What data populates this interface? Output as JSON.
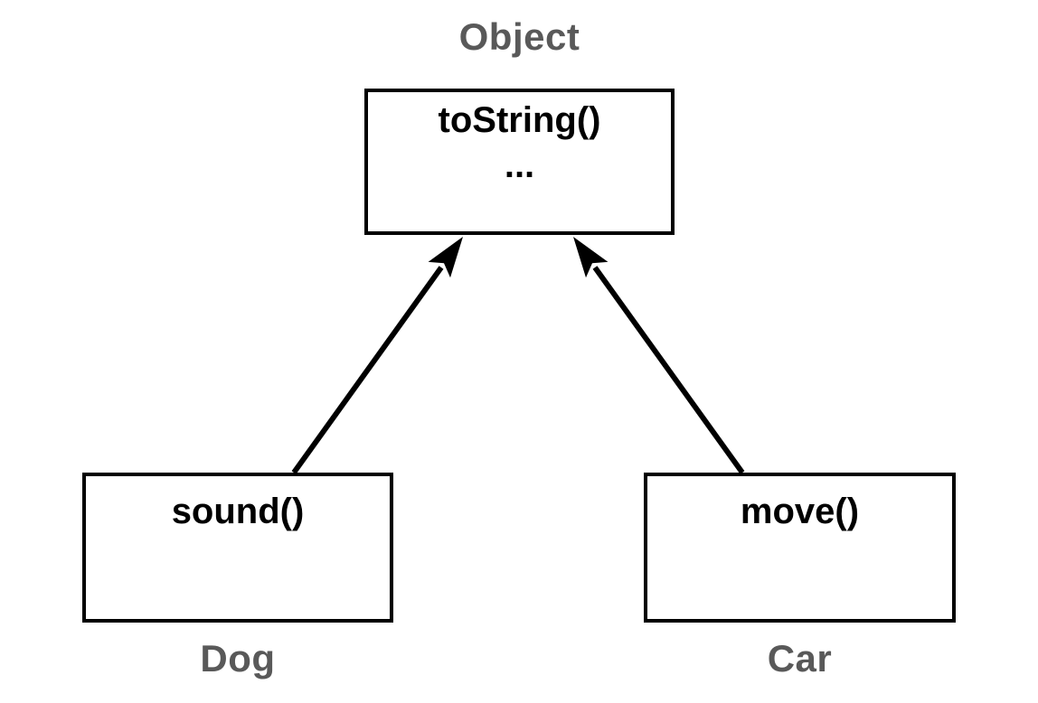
{
  "colors": {
    "background": "#ffffff",
    "box_border": "#000000",
    "method_text": "#000000",
    "class_label_gray": "#595959",
    "arrow": "#000000"
  },
  "diagram": {
    "type": "class-inheritance",
    "parent": {
      "name": "Object",
      "methods": {
        "line1": "toString()",
        "line2": "..."
      }
    },
    "children": [
      {
        "name": "Dog",
        "method": "sound()"
      },
      {
        "name": "Car",
        "method": "move()"
      }
    ],
    "arrows": [
      {
        "from": "Dog",
        "to": "Object"
      },
      {
        "from": "Car",
        "to": "Object"
      }
    ]
  }
}
